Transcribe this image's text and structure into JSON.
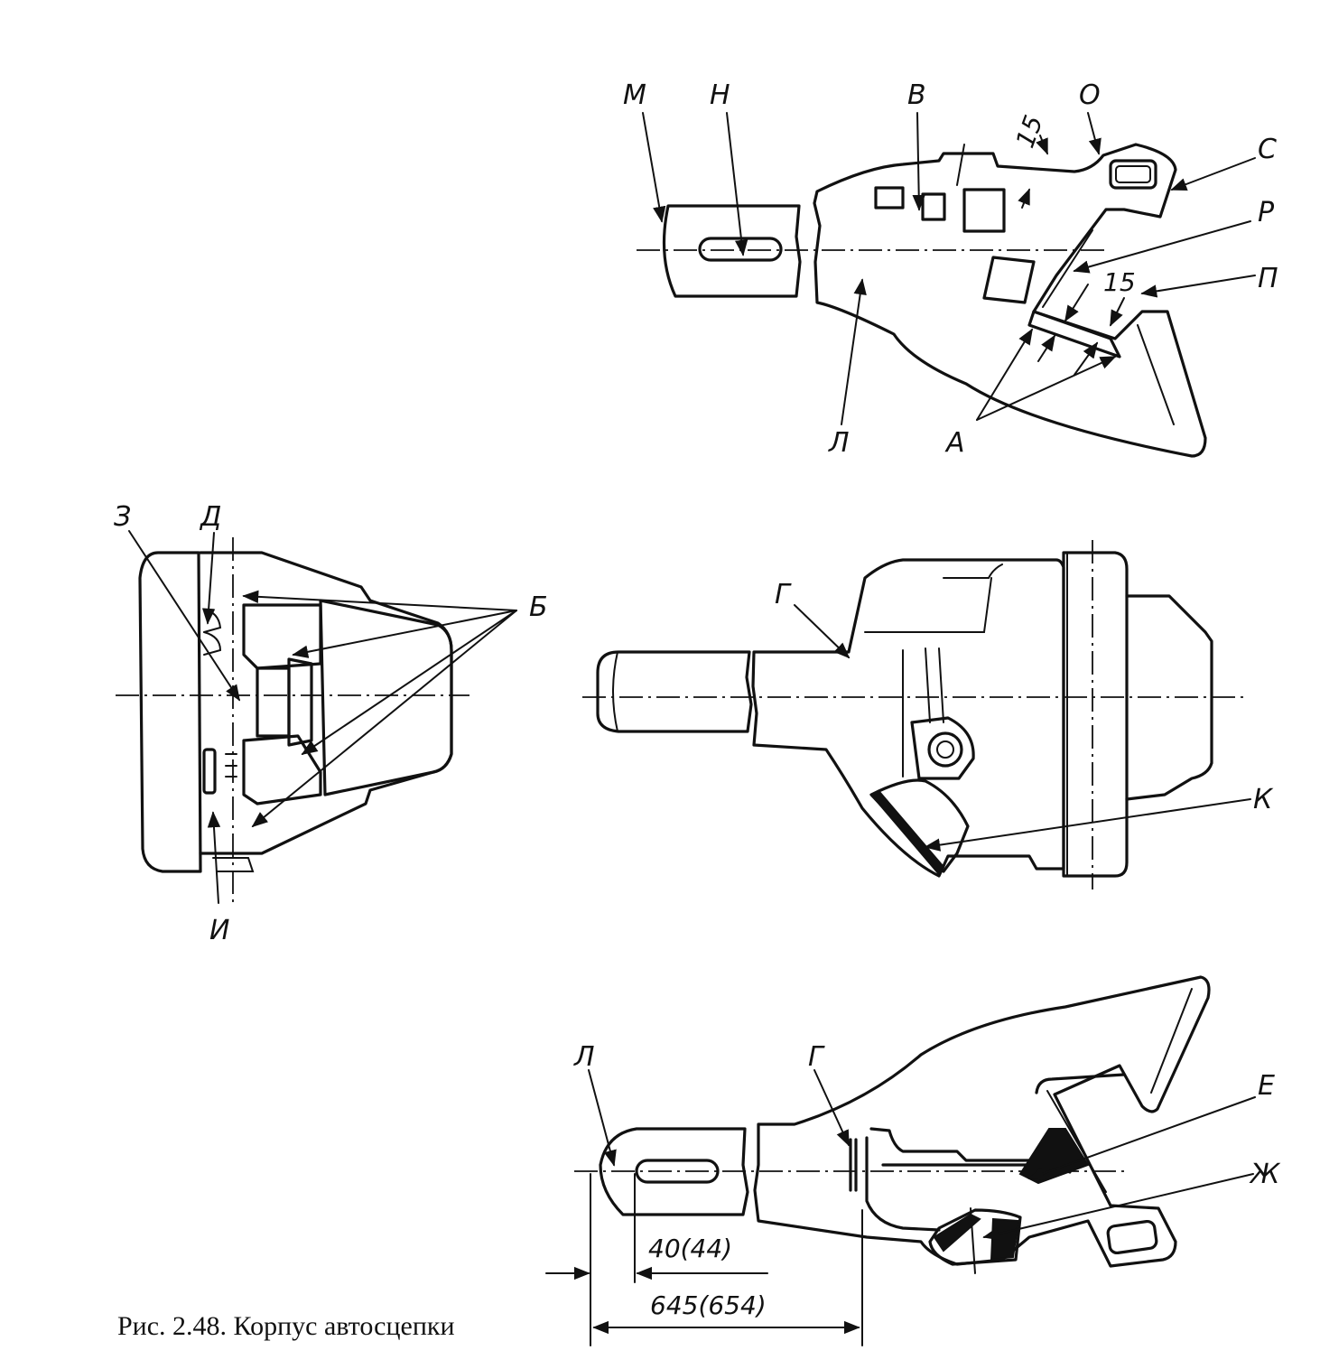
{
  "caption": "Рис. 2.48. Корпус автосцепки",
  "labels": {
    "M": "М",
    "N": "Н",
    "V": "В",
    "O": "О",
    "S": "С",
    "R": "Р",
    "P": "П",
    "L_top": "Л",
    "A": "А",
    "Z": "З",
    "D": "Д",
    "B": "Б",
    "I": "И",
    "G_mid": "Г",
    "K": "К",
    "L_bottom": "Л",
    "G_bottom": "Г",
    "E": "Е",
    "ZH": "Ж"
  },
  "dimensions": {
    "top_15_a": "15",
    "top_15_b": "15",
    "slot": "40(44)",
    "length": "645(654)"
  }
}
